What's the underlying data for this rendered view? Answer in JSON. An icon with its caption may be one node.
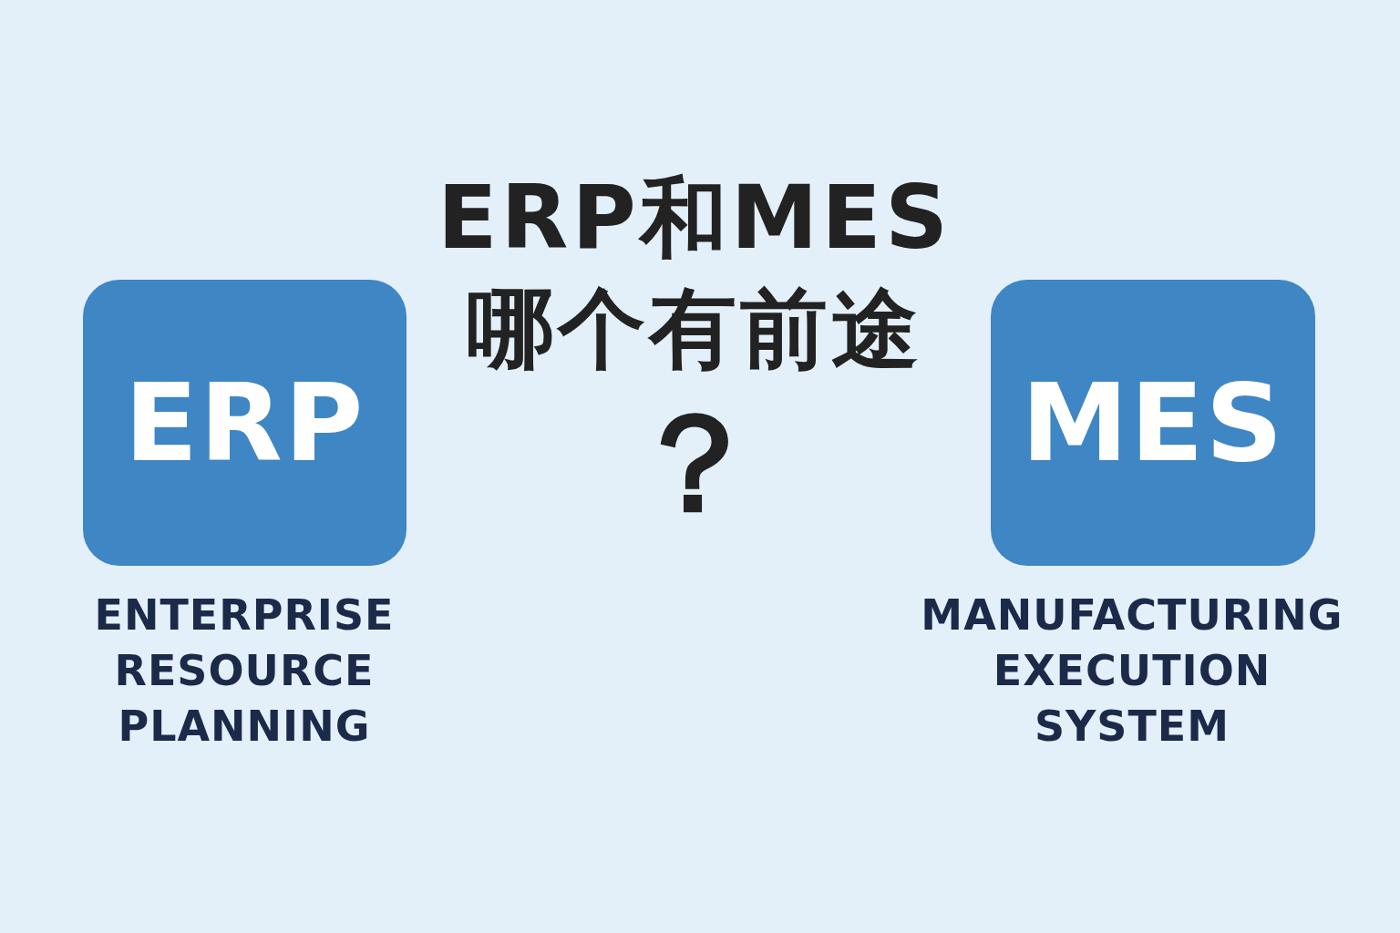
{
  "diagram": {
    "title": "ERP和MES哪个有前途",
    "nodes": [
      {
        "text": [
          "ERP"
        ],
        "beside": [
          "ENTERPRISE RESOURCE PLANNING"
        ]
      },
      {
        "text": [
          "MES"
        ],
        "beside": [
          "MANUFACTURING EXECUTION SYSTEM"
        ]
      }
    ],
    "labels": [
      "？"
    ]
  }
}
